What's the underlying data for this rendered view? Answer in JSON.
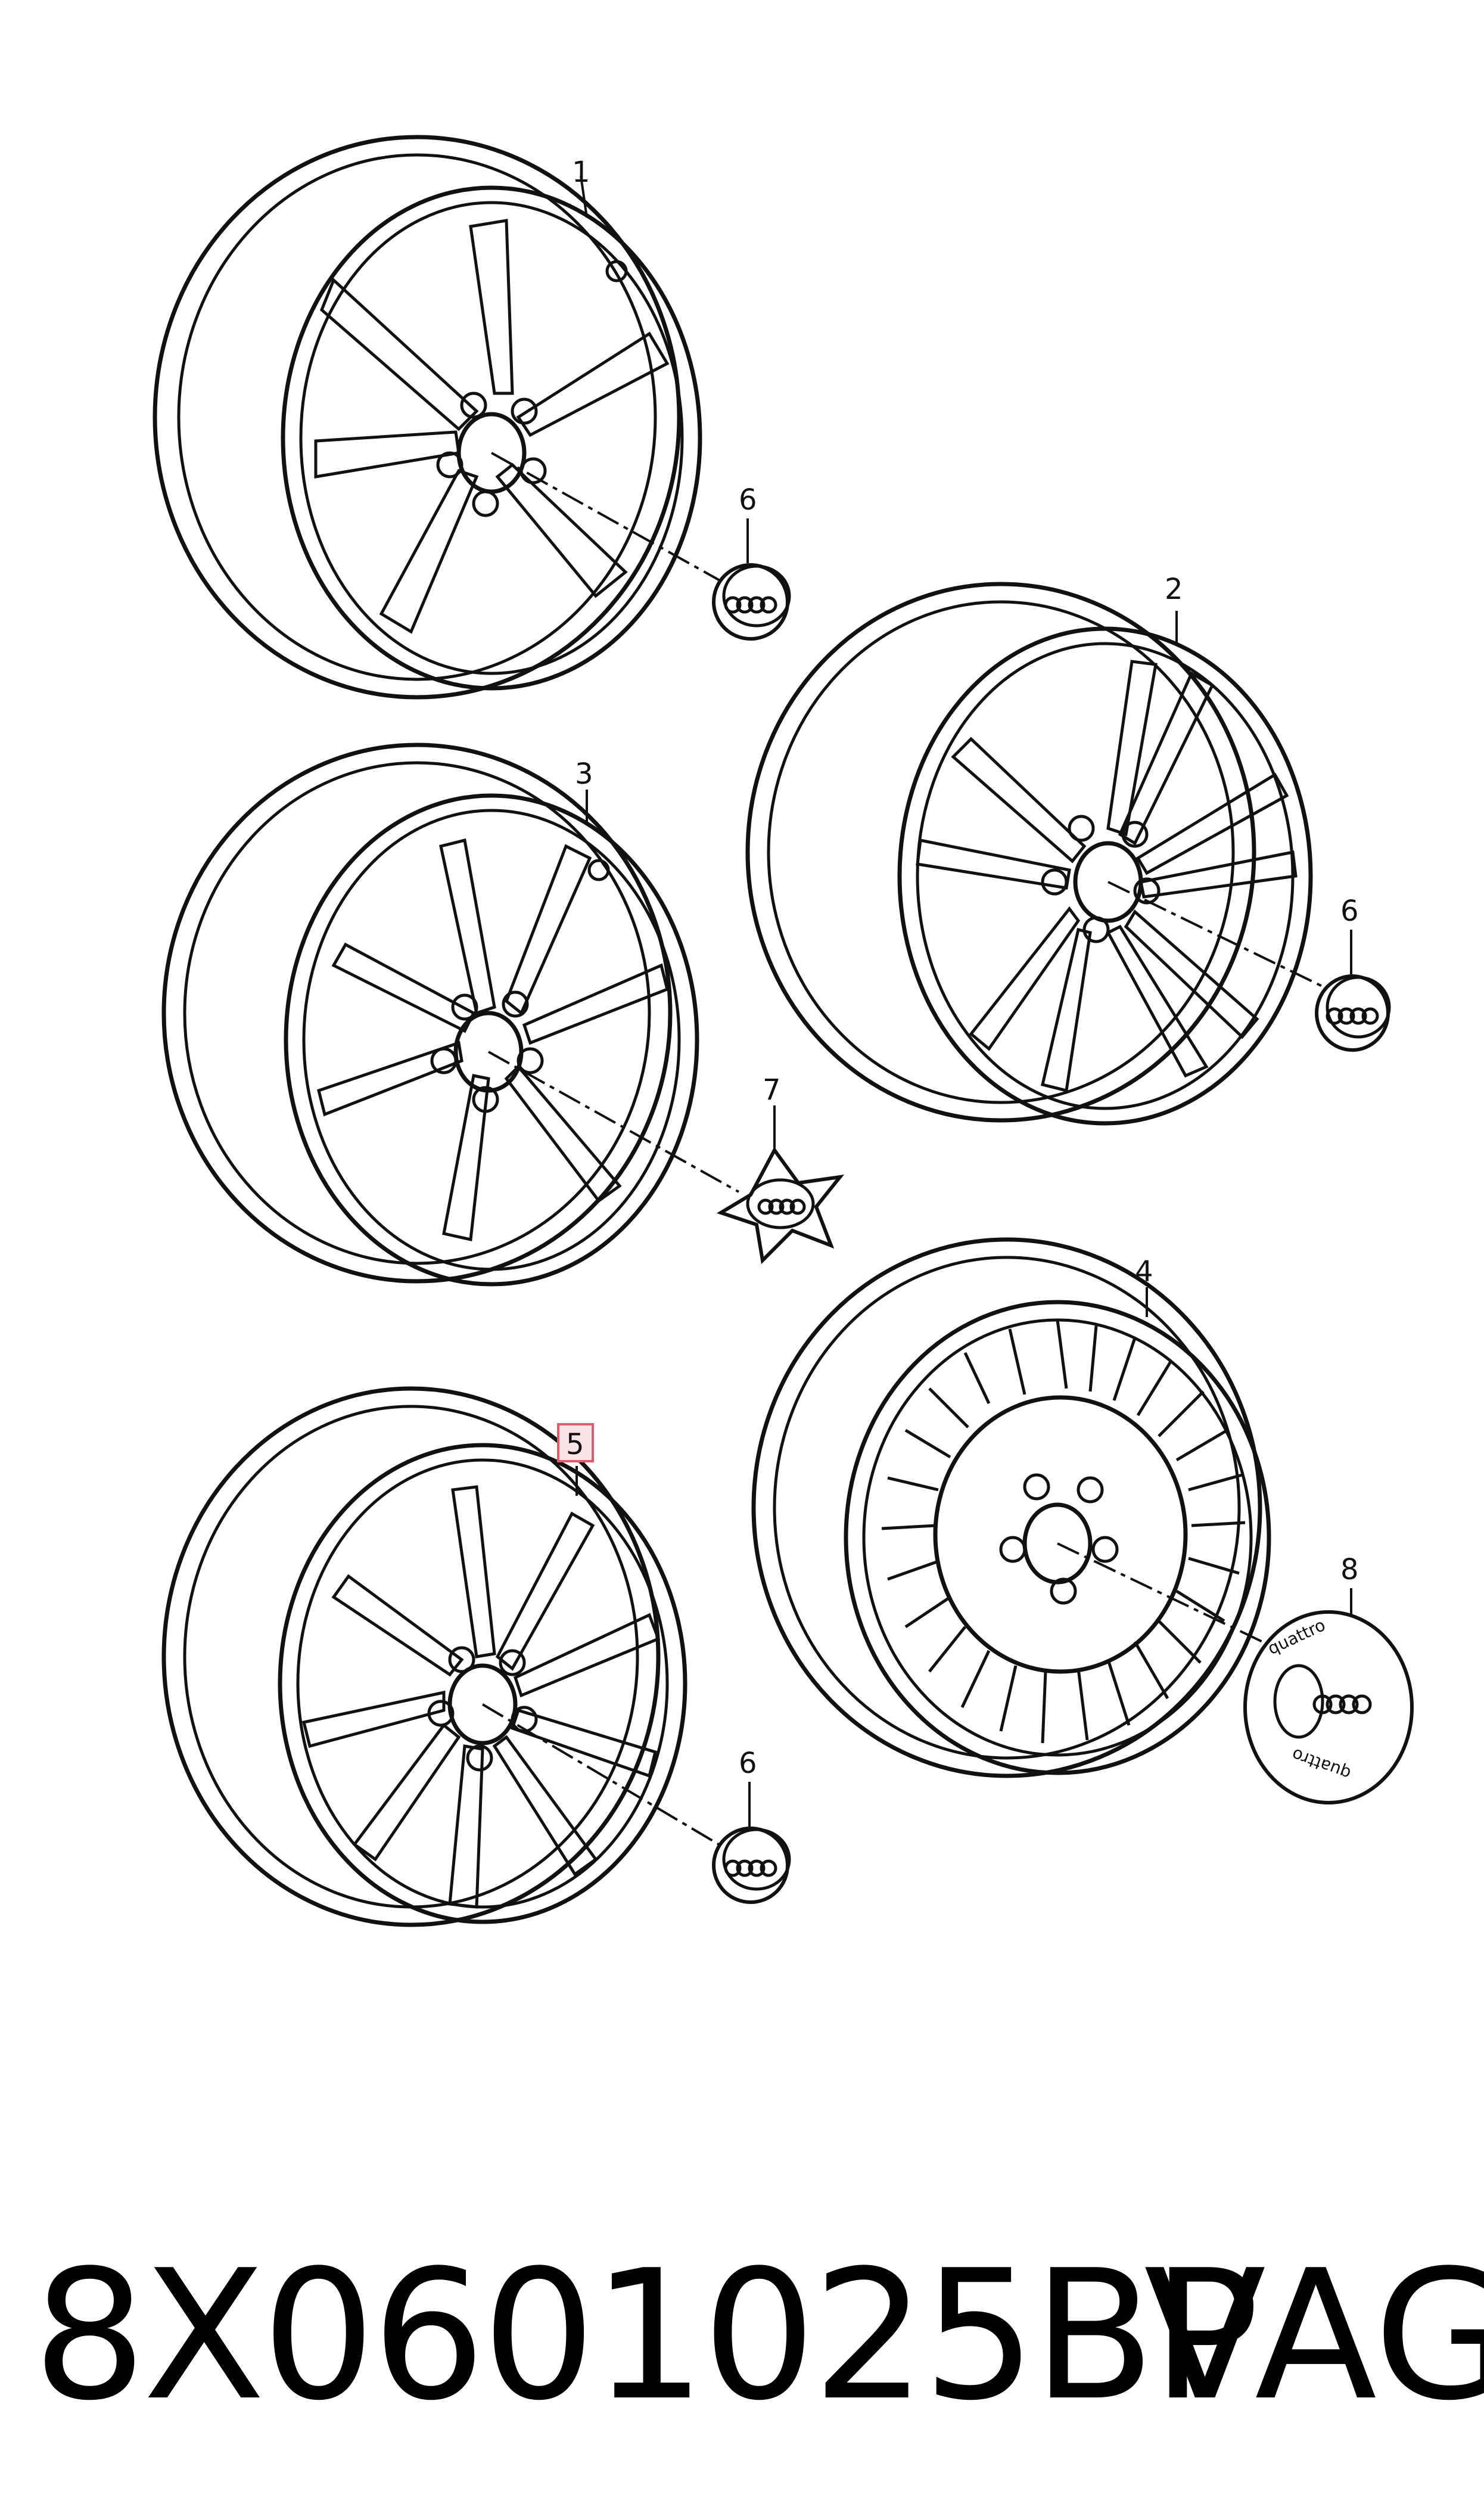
{
  "callouts": {
    "c1": "1",
    "c2": "2",
    "c3": "3",
    "c4": "4",
    "c5": "5",
    "c6a": "6",
    "c6b": "6",
    "c6c": "6",
    "c7": "7",
    "c8": "8"
  },
  "cap_text": {
    "quattro_top": "quattro",
    "quattro_bottom": "quattro"
  },
  "footer": {
    "part_number": "8X0601025BP",
    "brand": "VAG"
  },
  "colors": {
    "line": "#111111",
    "highlight_box": "#e05a6e"
  }
}
